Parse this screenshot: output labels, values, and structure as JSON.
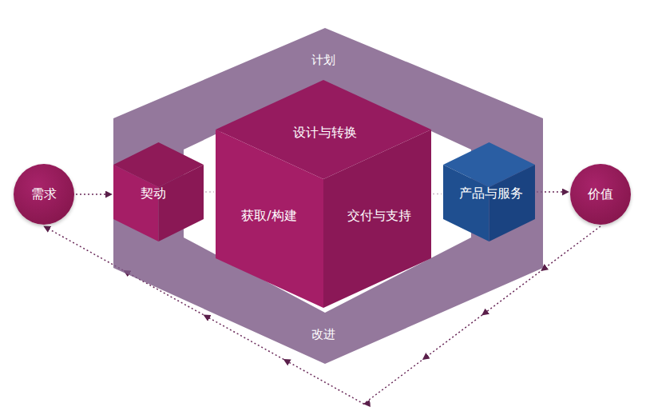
{
  "diagram": {
    "nodes": [
      {
        "text": [
          "需求"
        ]
      },
      {
        "text": [
          "计划",
          "改进"
        ]
      },
      {
        "text": [
          "契动"
        ],
        "in": 1
      },
      {
        "text": [
          "设计与转换",
          "获取/构建",
          "交付与支持"
        ],
        "in": 1
      },
      {
        "text": [
          "产品与服务"
        ],
        "in": 1
      },
      {
        "text": [
          "价值"
        ]
      }
    ],
    "edges": [
      {
        "from": 0,
        "to": 2,
        "arrow": "to"
      },
      {
        "from": 2,
        "to": 3,
        "arrow": "none"
      },
      {
        "from": 3,
        "to": 4,
        "arrow": "none"
      },
      {
        "from": 4,
        "to": 5,
        "arrow": "to"
      },
      {
        "from": 5,
        "to": 0,
        "arrow": "to"
      }
    ]
  }
}
